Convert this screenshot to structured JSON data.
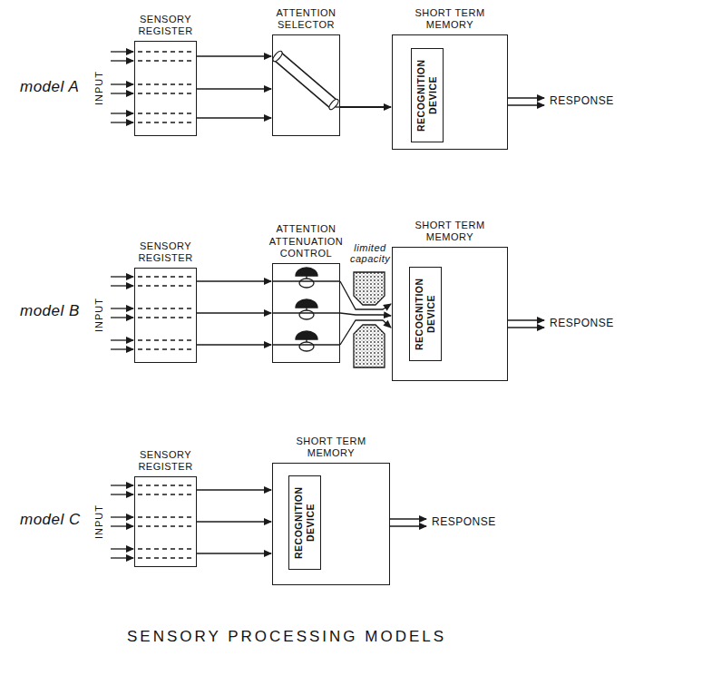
{
  "diagram": {
    "caption": "SENSORY PROCESSING MODELS",
    "nodes": [
      {
        "text": [
          "SENSORY REGISTER"
        ]
      },
      {
        "text": [
          "ATTENTION SELECTOR"
        ]
      },
      {
        "text": [
          "SHORT TERM MEMORY"
        ]
      },
      {
        "text": [
          "RECOGNITION DEVICE"
        ],
        "in": 2
      },
      {
        "text": [
          "SENSORY REGISTER"
        ]
      },
      {
        "text": [
          "ATTENTION ATTENUATION CONTROL"
        ]
      },
      {
        "text": [
          "SHORT TERM MEMORY"
        ]
      },
      {
        "text": [
          "RECOGNITION DEVICE"
        ],
        "in": 6
      },
      {
        "text": [
          "SENSORY REGISTER"
        ]
      },
      {
        "text": [
          "SHORT TERM MEMORY"
        ]
      },
      {
        "text": [
          "RECOGNITION DEVICE"
        ],
        "in": 9
      }
    ],
    "edges": [
      {
        "from": 0,
        "to": 1,
        "arrow": "to"
      },
      {
        "from": 0,
        "to": 1,
        "arrow": "to"
      },
      {
        "from": 0,
        "to": 1,
        "arrow": "to"
      },
      {
        "from": 1,
        "to": 2,
        "arrow": "to"
      },
      {
        "from": 4,
        "to": 5,
        "arrow": "to"
      },
      {
        "from": 4,
        "to": 5,
        "arrow": "to"
      },
      {
        "from": 4,
        "to": 5,
        "arrow": "to"
      },
      {
        "from": 5,
        "to": 6,
        "arrow": "to"
      },
      {
        "from": 5,
        "to": 6,
        "arrow": "to"
      },
      {
        "from": 5,
        "to": 6,
        "arrow": "to"
      },
      {
        "from": 8,
        "to": 9,
        "arrow": "to"
      },
      {
        "from": 8,
        "to": 9,
        "arrow": "to"
      },
      {
        "from": 8,
        "to": 9,
        "arrow": "to"
      }
    ],
    "labels": [
      "model A",
      "INPUT",
      "RESPONSE",
      "model B",
      "INPUT",
      "limited capacity",
      "RESPONSE",
      "model C",
      "INPUT",
      "RESPONSE"
    ]
  }
}
